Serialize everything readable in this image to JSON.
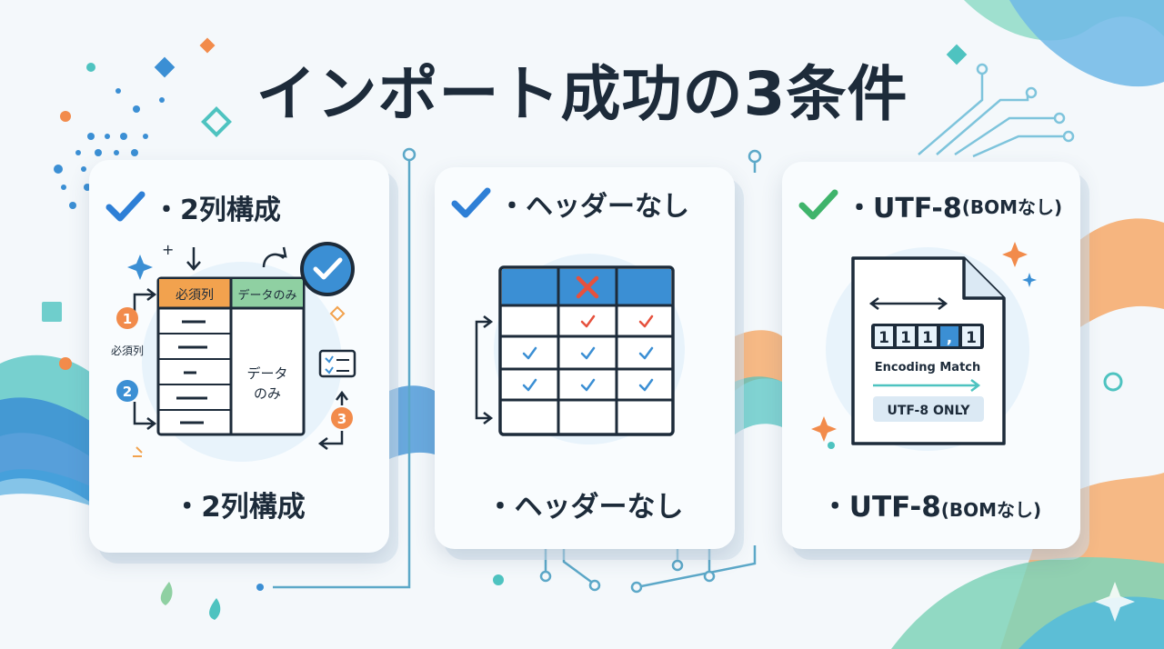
{
  "title": "インポート成功の3条件",
  "cards": [
    {
      "heading": "・2列構成",
      "table_headers": [
        "必須列",
        "データのみ"
      ],
      "side_label": "必須列",
      "cell_label_line1": "データ",
      "cell_label_line2": "のみ",
      "steps": [
        "1",
        "2",
        "3"
      ],
      "footer": "・2列構成"
    },
    {
      "heading": "・ヘッダーなし",
      "footer": "・ヘッダーなし"
    },
    {
      "heading": "・UTF-8",
      "heading_suffix": "(BOMなし)",
      "digits": [
        "1",
        "1",
        "1",
        ",",
        "1"
      ],
      "encoding_label": "Encoding Match",
      "only_label": "UTF-8 ONLY",
      "footer": "・UTF-8",
      "footer_suffix": "(BOMなし)"
    }
  ],
  "colors": {
    "check_blue": "#2e7fd6",
    "check_green": "#3fb46b",
    "header_orange": "#f2a24e",
    "header_green": "#8fd0a2",
    "header_blue": "#3b8fd4",
    "error_red": "#e6513d",
    "accent_teal": "#4ec3c0",
    "accent_orange": "#f28b4b"
  }
}
